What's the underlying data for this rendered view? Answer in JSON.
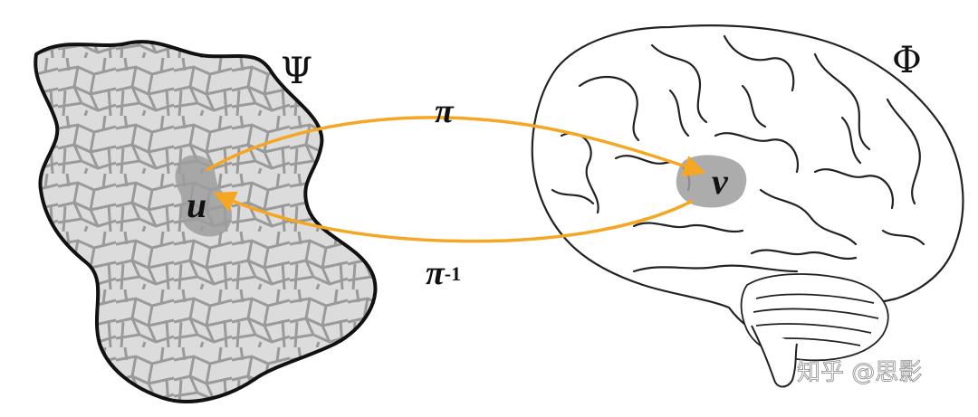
{
  "labels": {
    "psi": "Ψ",
    "phi": "Φ",
    "u": "u",
    "v": "v",
    "pi": "π",
    "pi_inverse_base": "π",
    "pi_inverse_sup": "-1"
  },
  "watermark": "知乎 @思影",
  "colors": {
    "arrow": "#f5a623",
    "region": "#9e9e9e",
    "mosaic_fill": "#dcdcdc",
    "mosaic_lines": "#9a9a9a",
    "outline": "#111111",
    "brain_lines": "#222222"
  },
  "icons": {
    "left_shape": "mosaic-blob-icon",
    "right_shape": "brain-icon"
  }
}
